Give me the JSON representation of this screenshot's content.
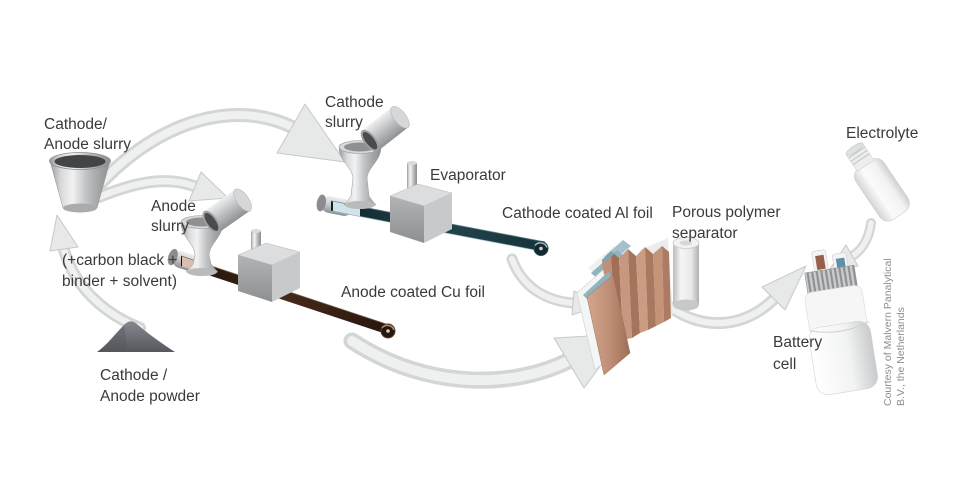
{
  "diagram": {
    "type": "process-flow",
    "subject": "Lithium-ion battery cell manufacturing process",
    "labels": {
      "mix": {
        "line1": "Cathode/",
        "line2": "Anode slurry"
      },
      "additives": {
        "line1": "(+carbon black +",
        "line2": "binder + solvent)"
      },
      "powder": {
        "line1": "Cathode /",
        "line2": "Anode powder"
      },
      "anode_slurry": {
        "line1": "Anode",
        "line2": "slurry"
      },
      "cathode_slurry": {
        "line1": "Cathode",
        "line2": "slurry"
      },
      "evaporator": "Evaporator",
      "cathode_foil": "Cathode coated Al foil",
      "anode_foil": "Anode coated Cu foil",
      "separator": {
        "line1": "Porous polymer",
        "line2": "separator"
      },
      "electrolyte": "Electrolyte",
      "battery": {
        "line1": "Battery",
        "line2": "cell"
      }
    },
    "attribution": {
      "line1": "Courtesy of Malvern Panalytical",
      "line2": "B.V., the Netherlands"
    },
    "connections": [
      {
        "from": "cathode-anode-powder",
        "to": "cathode-anode-slurry"
      },
      {
        "from": "cathode-anode-slurry",
        "to": "cathode-slurry-coating-line"
      },
      {
        "from": "cathode-anode-slurry",
        "to": "anode-slurry-coating-line"
      },
      {
        "from": "cathode-coated-al-foil",
        "to": "separator-stack"
      },
      {
        "from": "anode-coated-cu-foil",
        "to": "separator-stack"
      },
      {
        "from": "separator-stack",
        "to": "battery-cell"
      },
      {
        "from": "electrolyte",
        "to": "battery-cell"
      }
    ],
    "icons": [
      {
        "name": "mixing-cup-icon",
        "shape": "tapered metal cup with dark slurry"
      },
      {
        "name": "powder-pile-icon",
        "shape": "gray powder mound"
      },
      {
        "name": "slurry-container-icon",
        "shape": "tilted metal cylinder"
      },
      {
        "name": "hopper-icon",
        "shape": "hourglass coating funnel"
      },
      {
        "name": "roller-icon",
        "shape": "metal roller cylinder"
      },
      {
        "name": "evaporator-box-icon",
        "shape": "gray 3D box with chimney"
      },
      {
        "name": "foil-roll-icon",
        "shape": "wound foil roll end"
      },
      {
        "name": "separator-stack-icon",
        "shape": "accordion-folded electrode/separator pleats"
      },
      {
        "name": "separator-roll-icon",
        "shape": "white polymer roll"
      },
      {
        "name": "electrolyte-bottle-icon",
        "shape": "tilted white bottle"
      },
      {
        "name": "battery-cell-icon",
        "shape": "white pouch cell with plate stack and two tabs"
      },
      {
        "name": "curved-arrow-icon",
        "shape": "gray swoosh arrow"
      }
    ],
    "colors": {
      "background": "#ffffff",
      "label_text": "#3a3a3a",
      "attribution_text": "#8e8e8e",
      "arrow_gray": "#d4d5d5",
      "metal_gray": "#c6c7c9",
      "cathode_foil_teal": "#24454d",
      "anode_foil_brown": "#45291a",
      "separator_copper": "#c08f77",
      "separator_blue": "#8fb3c0",
      "battery_white": "#f6f6f7",
      "tab_copper": "#96604a",
      "tab_blue": "#608eab",
      "powder_gray": "#6d7175"
    }
  }
}
